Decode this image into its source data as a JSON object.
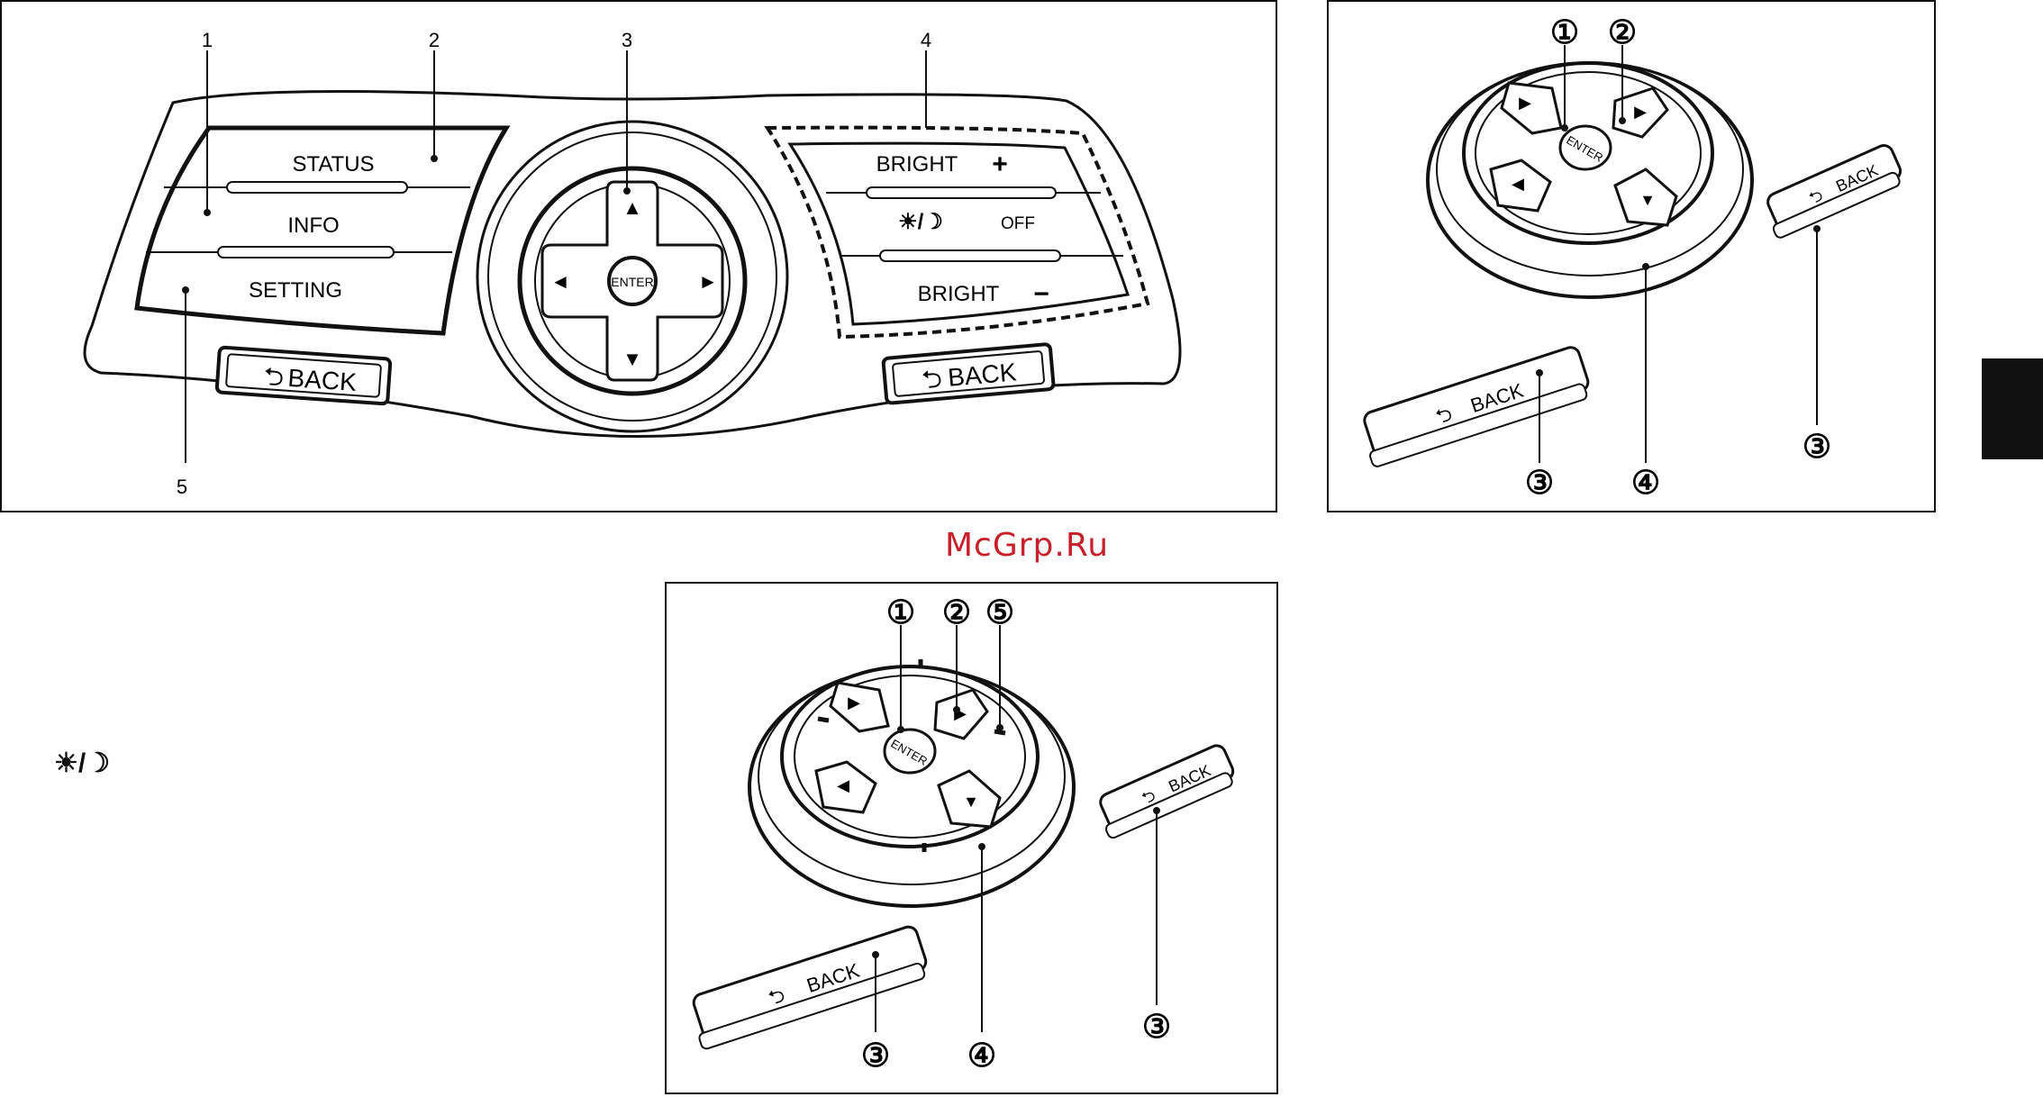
{
  "panel_a": {
    "callouts": [
      "1",
      "2",
      "3",
      "4",
      "5"
    ],
    "left_buttons": [
      "STATUS",
      "INFO",
      "SETTING"
    ],
    "right_top_label": "BRIGHT",
    "right_top_sign": "+",
    "right_mid_icon": "☀/☽",
    "right_mid_label": "OFF",
    "right_bottom_label": "BRIGHT",
    "right_bottom_sign": "−",
    "center_label": "ENTER",
    "arrows": {
      "up": "▲",
      "down": "▼",
      "left": "◄",
      "right": "►"
    },
    "back_label": "BACK",
    "back_icon": "⮌"
  },
  "panel_b": {
    "callouts": [
      "①",
      "②",
      "③",
      "③",
      "④"
    ],
    "center_label": "ENTER",
    "back_label": "BACK",
    "back_icon": "⮌"
  },
  "panel_c": {
    "callouts": [
      "①",
      "②",
      "⑤",
      "③",
      "③",
      "④"
    ],
    "center_label": "ENTER",
    "back_label": "BACK",
    "back_icon": "⮌"
  },
  "watermark": "McGrp.Ru",
  "side_icon": "☀/☽",
  "colors": {
    "watermark": "#c8202a",
    "line": "#111111",
    "tab": "#111111"
  }
}
